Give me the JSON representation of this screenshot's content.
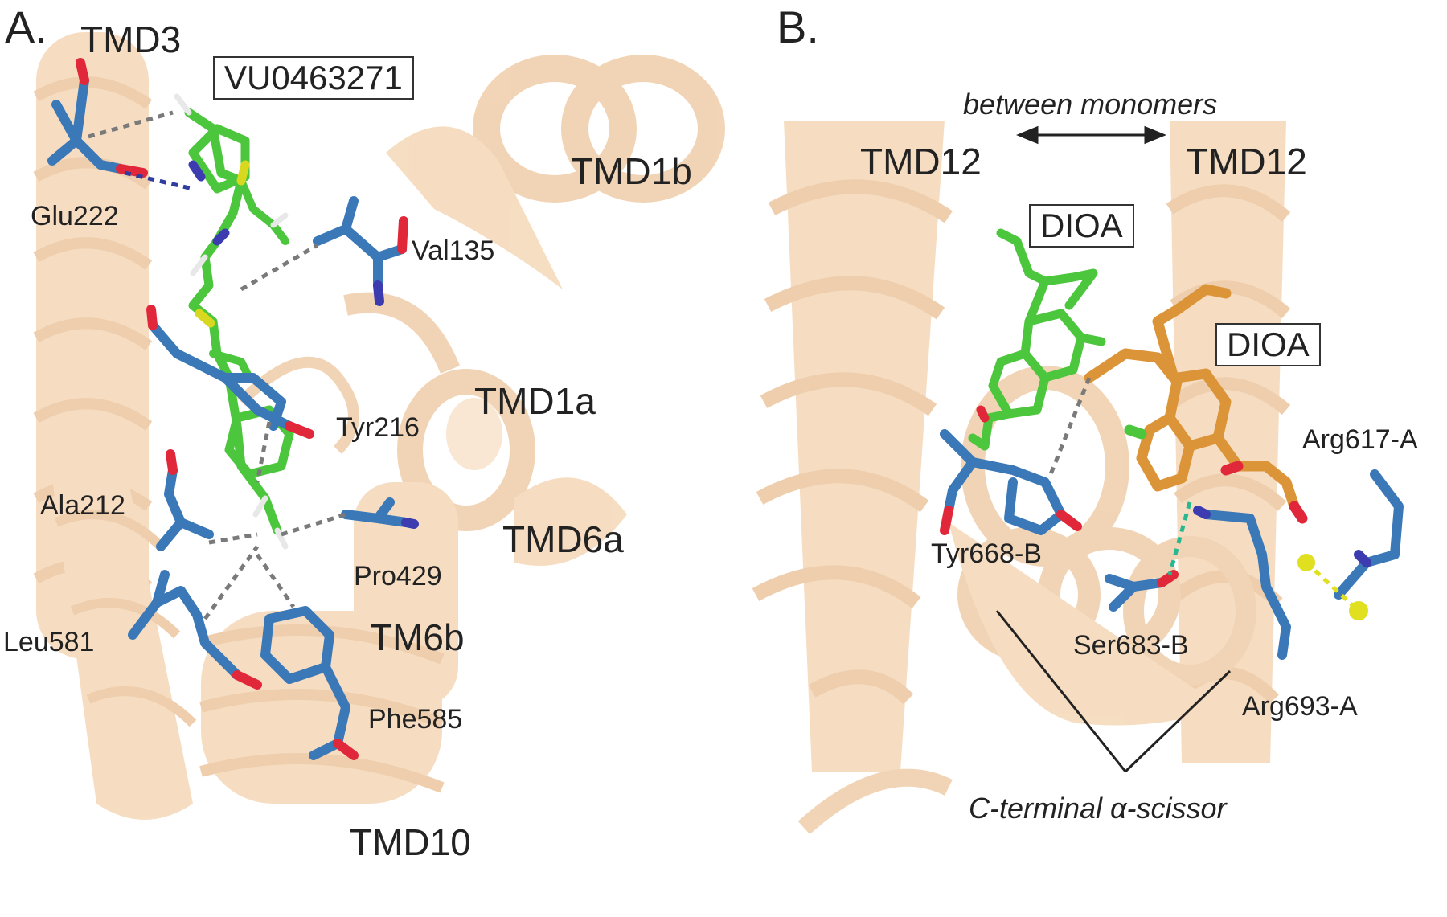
{
  "panel_a": {
    "panel_label": "A.",
    "ligand_label": "VU0463271",
    "helix_labels": [
      "TMD3",
      "TMD1b",
      "TMD1a",
      "TMD6a",
      "TM6b",
      "TMD10"
    ],
    "residue_labels": [
      "Glu222",
      "Val135",
      "Tyr216",
      "Ala212",
      "Pro429",
      "Leu581",
      "Phe585"
    ]
  },
  "panel_b": {
    "panel_label": "B.",
    "ligand_labels": [
      "DIOA",
      "DIOA"
    ],
    "helix_labels": [
      "TMD12",
      "TMD12"
    ],
    "residue_labels": [
      "Arg617-A",
      "Tyr668-B",
      "Ser683-B",
      "Arg693-A"
    ],
    "annotation_top": "between monomers",
    "annotation_bottom": "C-terminal α-scissor"
  },
  "colors": {
    "helix": "#e8a050",
    "ligand_a": "#4cc63c",
    "ligand_b_green": "#4cc63c",
    "ligand_b_orange": "#dc9438",
    "residue": "#3a78b8",
    "oxygen": "#e0283a",
    "nitrogen": "#3c3cb0",
    "sulfur": "#d8d820",
    "hydrogen": "#e8e8e8",
    "contact": "#7a7a7a",
    "hbond_a": "#303ca0",
    "hbond_b": "#28b890",
    "salt_bridge": "#e0e020"
  }
}
